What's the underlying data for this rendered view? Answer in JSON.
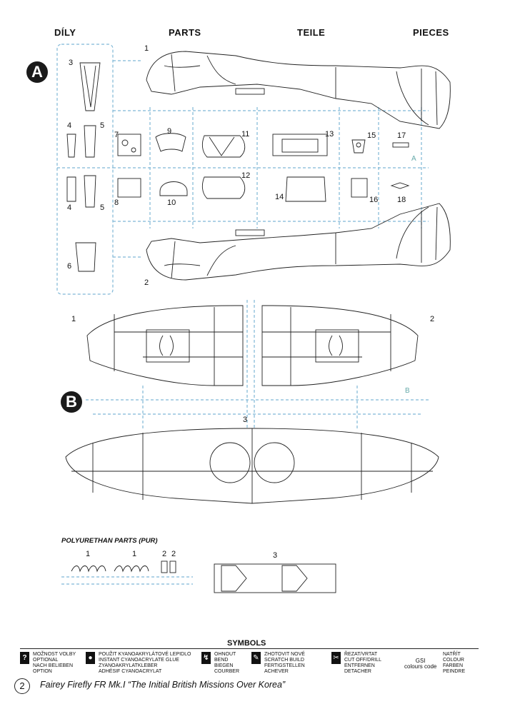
{
  "headers": {
    "cz": "DÍLY",
    "en": "PARTS",
    "de": "TEILE",
    "fr": "PIECES"
  },
  "sprue_a": {
    "badge": "A",
    "corner_label": "A",
    "numbers": [
      "1",
      "3",
      "4",
      "5",
      "7",
      "9",
      "11",
      "13",
      "15",
      "17",
      "4",
      "5",
      "8",
      "10",
      "12",
      "14",
      "16",
      "18",
      "6",
      "2"
    ]
  },
  "sprue_b": {
    "badge": "B",
    "corner_label": "B",
    "numbers": [
      "1",
      "2",
      "3"
    ]
  },
  "pur": {
    "title": "POLYURETHAN PARTS (PUR)",
    "numbers": [
      "1",
      "1",
      "2",
      "2",
      "3"
    ]
  },
  "symbols": {
    "title": "SYMBOLS",
    "items": [
      {
        "icon": "?",
        "lines": [
          "MOŽNOST VOLBY",
          "OPTIONAL",
          "NACH BELIEBEN",
          "OPTION"
        ]
      },
      {
        "icon": "drop",
        "lines": [
          "POUŽIT KYANOAKRYLÁTOVÉ LEPIDLO",
          "INSTANT CYANOACRYLATE GLUE",
          "ZYANOAKRYLATKLEBER",
          "ADHÉSIF CYANOACRYLAT"
        ]
      },
      {
        "icon": "bend",
        "lines": [
          "OHNOUT",
          "BEND",
          "BIEGEN",
          "COURBER"
        ]
      },
      {
        "icon": "scratch",
        "lines": [
          "ZHOTOVIT NOVÉ",
          "SCRATCH BUILD",
          "FERTIGSTELLEN",
          "ACHEVER"
        ]
      },
      {
        "icon": "cut",
        "lines": [
          "ŘEZAT/VRTAT",
          "CUT OFF/DRILL",
          "ENTFERNEN",
          "DETACHER"
        ]
      },
      {
        "icon": "paint",
        "gsi": "GSI",
        "gsi_sub": "colours code",
        "lines": [
          "NATŘÍT",
          "COLOUR",
          "FARBEN",
          "PEINDRE"
        ]
      }
    ]
  },
  "footer": {
    "page": "2",
    "title": "Fairey Firefly FR Mk.I “The Initial British Missions Over Korea”"
  }
}
